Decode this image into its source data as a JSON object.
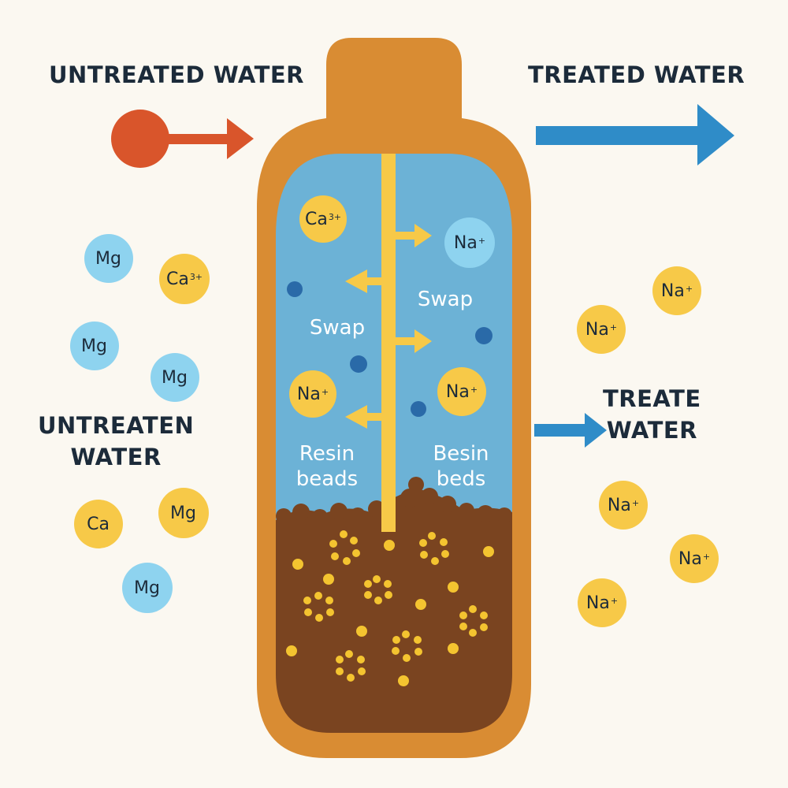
{
  "labels": {
    "untreated_top": "UNTREATED WATER",
    "treated_top": "TREATED WATER",
    "treated_right_line1": "TREATE",
    "treated_right_line2": "WATER",
    "untreated_left_line1": "UNTREATEN",
    "untreated_left_line2": "WATER"
  },
  "inner": {
    "swap_right": "Swap",
    "swap_left": "Swap",
    "resin_left_line1": "Resin",
    "resin_left_line2": "beads",
    "resin_right_line1": "Besin",
    "resin_right_line2": "beds"
  },
  "ions": {
    "inner_ca": {
      "symbol": "Ca",
      "charge": "3+"
    },
    "inner_na_top": {
      "symbol": "Na",
      "charge": "+"
    },
    "inner_na_left": {
      "symbol": "Na",
      "charge": "+"
    },
    "inner_na_right": {
      "symbol": "Na",
      "charge": "+"
    },
    "left": [
      {
        "symbol": "Mg",
        "charge": ""
      },
      {
        "symbol": "Ca",
        "charge": "3+"
      },
      {
        "symbol": "Mg",
        "charge": ""
      },
      {
        "symbol": "Mg",
        "charge": ""
      },
      {
        "symbol": "Ca",
        "charge": ""
      },
      {
        "symbol": "Mg",
        "charge": ""
      },
      {
        "symbol": "Mg",
        "charge": ""
      }
    ],
    "right": [
      {
        "symbol": "Na",
        "charge": "+"
      },
      {
        "symbol": "Na",
        "charge": "+"
      },
      {
        "symbol": "Na",
        "charge": "+"
      },
      {
        "symbol": "Na",
        "charge": "+"
      },
      {
        "symbol": "Na",
        "charge": "+"
      }
    ]
  },
  "colors": {
    "tank": "#d98c33",
    "water": "#6cb2d6",
    "resin_bed": "#7a4420",
    "bead": "#f4c430",
    "inlet": "#d9552b",
    "outlet": "#2f8cc8",
    "rod": "#f7c948"
  }
}
